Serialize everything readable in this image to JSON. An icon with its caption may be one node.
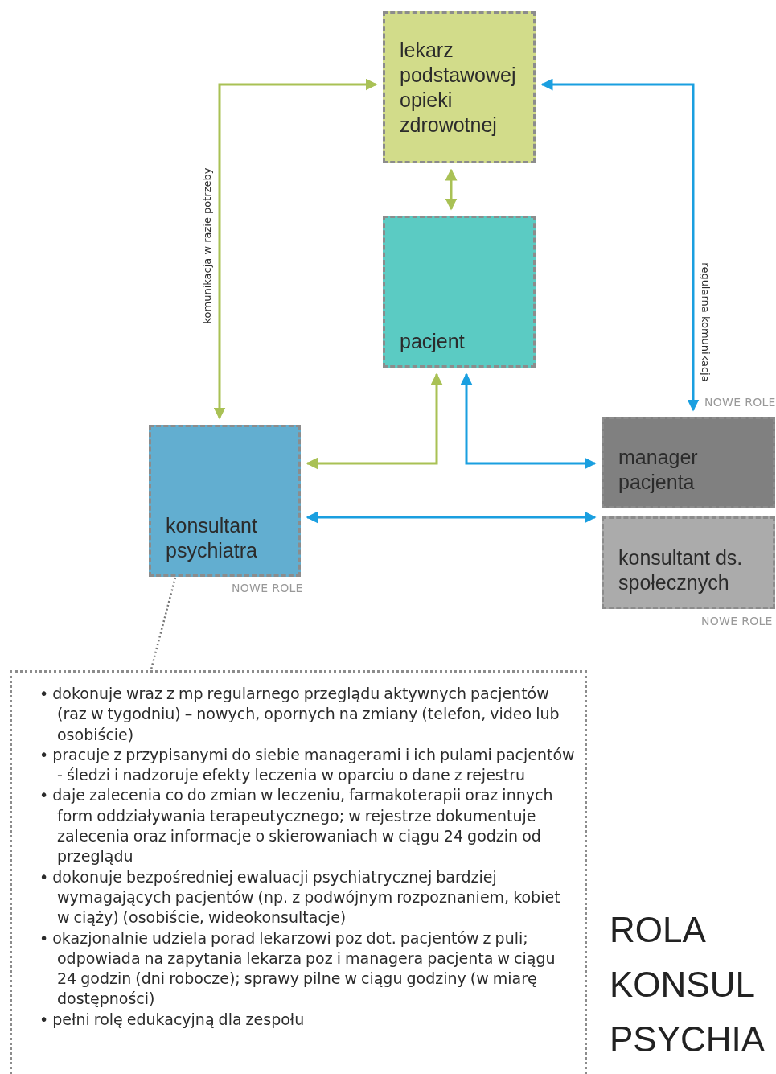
{
  "diagram": {
    "title": "ROLA KONSUL PSYCHIA",
    "nodes": [
      {
        "text": [
          "lekarz podstawowej opieki zdrowotnej"
        ]
      },
      {
        "text": [
          "pacjent"
        ]
      },
      {
        "text": [
          "konsultant psychiatra"
        ],
        "beside": [
          "NOWE ROLE"
        ]
      },
      {
        "text": [
          "manager pacjenta"
        ],
        "beside": [
          "NOWE ROLE"
        ]
      },
      {
        "text": [
          "konsultant ds. społecznych"
        ],
        "beside": [
          "NOWE ROLE"
        ]
      },
      {
        "text": [
          "• dokonuje wraz z mp regularnego przeglądu aktywnych pacjentów (raz w tygodniu) – nowych, opornych na zmiany (telefon, video lub osobiście)",
          "• pracuje z przypisanymi do siebie managerami i ich pulami pacjentów - śledzi i nadzoruje efekty leczenia w oparciu o dane z rejestru",
          "• daje zalecenia co do zmian w leczeniu, farmakoterapii oraz innych form oddziaływania terapeutycznego; w rejestrze dokumentuje zalecenia oraz informacje o skierowaniach w ciągu 24 godzin od przeglądu",
          "• dokonuje bezpośredniej ewaluacji psychiatrycznej bardziej wymagających pacjentów (np. z podwójnym rozpoznaniem, kobiet w ciąży) (osobiście, wideokonsultacje)",
          "• okazjonalnie udziela porad lekarzowi poz dot. pacjentów z puli; odpowiada na zapytania lekarza poz i managera pacjenta w ciągu 24 godzin (dni robocze); sprawy pilne w ciągu godziny (w miarę dostępności)",
          "• pełni rolę edukacyjną dla zespołu"
        ]
      }
    ],
    "edges": [
      {
        "from": 0,
        "to": 2,
        "arrow": "both",
        "label": "komunikacja w razie potrzeby",
        "color": "#a9c155"
      },
      {
        "from": 0,
        "to": 1,
        "arrow": "both",
        "color": "#a9c155"
      },
      {
        "from": 3,
        "to": 0,
        "arrow": "both",
        "label": "regularna komunikacja",
        "color": "#1a9fe0"
      },
      {
        "from": 1,
        "to": 2,
        "arrow": "both",
        "color": "#a9c155"
      },
      {
        "from": 1,
        "to": 3,
        "arrow": "both",
        "color": "#1a9fe0"
      },
      {
        "from": 2,
        "to": 4,
        "arrow": "both",
        "color": "#1a9fe0"
      },
      {
        "from": 2,
        "to": 5,
        "arrow": "none",
        "style": "dashed",
        "color": "#777777"
      }
    ]
  }
}
